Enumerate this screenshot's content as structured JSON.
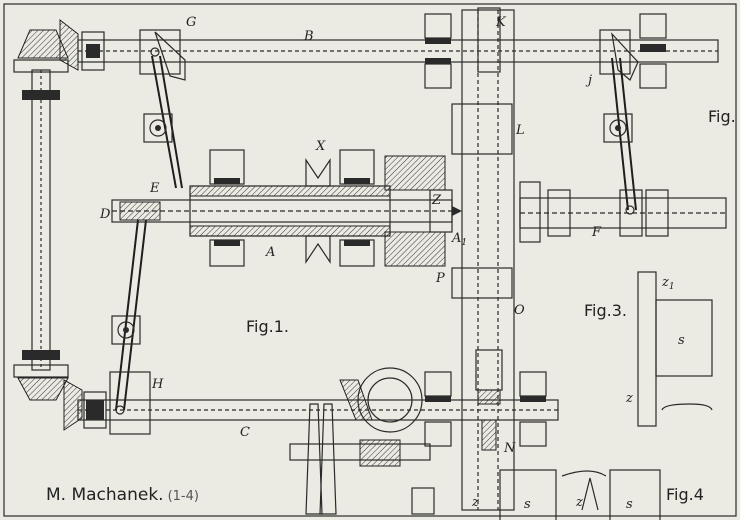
{
  "labels": {
    "G": "G",
    "B": "B",
    "K": "K",
    "j": "j",
    "L": "L",
    "X": "X",
    "E": "E",
    "D": "D",
    "Z": "Z",
    "A": "A",
    "A1": "A",
    "A1_sub": "1",
    "F": "F",
    "P": "P",
    "O": "O",
    "H": "H",
    "C": "C",
    "N": "N",
    "s_fig3": "s",
    "z_fig3": "z",
    "z1_fig3": "z",
    "z1_sub": "1",
    "s_fig4a": "s",
    "s_fig4b": "s",
    "z1_fig4a": "z",
    "z1_fig4b": "z"
  },
  "figures": {
    "fig1": "Fig.1.",
    "fig2_partial": "Fig.",
    "fig3": "Fig.3.",
    "fig4_partial": "Fig.4"
  },
  "author": {
    "name": "M. Machanek.",
    "plates": "(1-4)"
  }
}
